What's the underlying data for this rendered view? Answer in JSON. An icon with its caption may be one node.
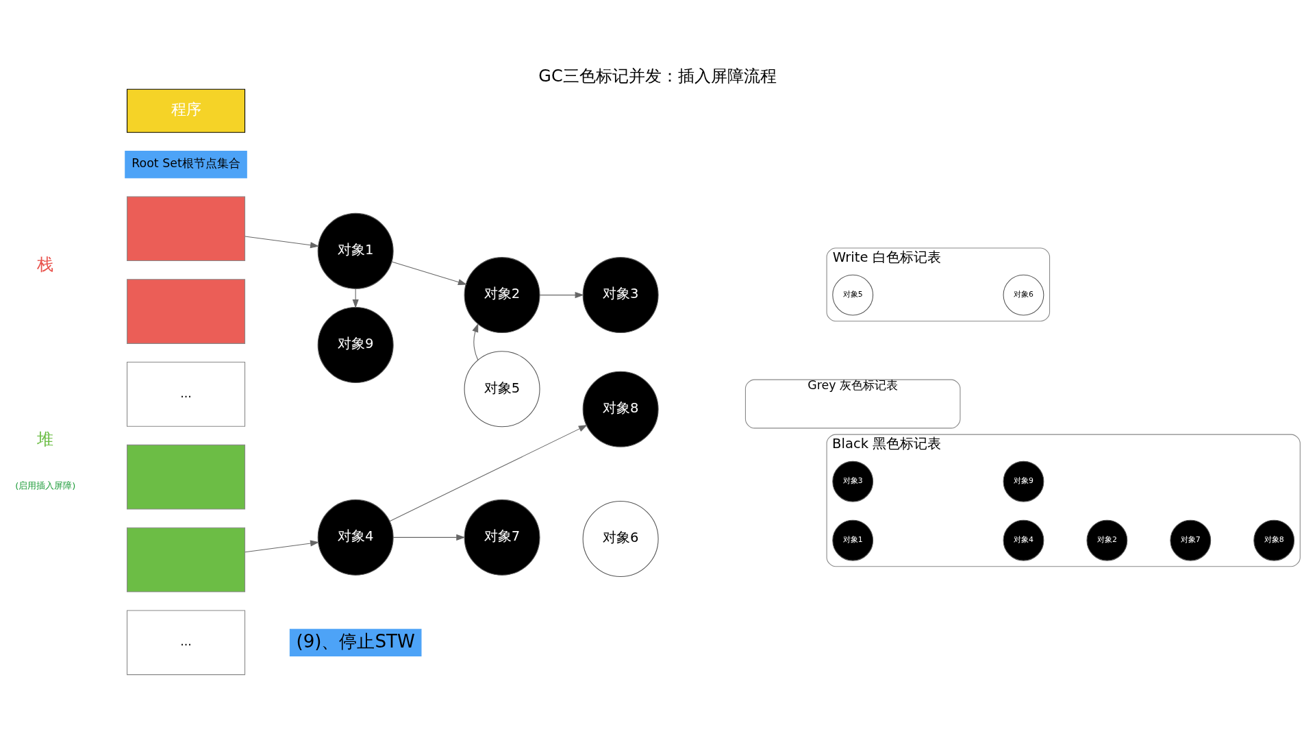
{
  "diagram": {
    "title": "GC三色标记并发：插入屏障流程",
    "nodes": [
      {
        "text": [
          "程序"
        ]
      },
      {
        "text": [
          "Root Set根节点集合"
        ]
      },
      {
        "text": [],
        "shape": "box"
      },
      {
        "text": [],
        "shape": "box"
      },
      {
        "text": [
          "..."
        ]
      },
      {
        "text": [],
        "shape": "box"
      },
      {
        "text": [],
        "shape": "box"
      },
      {
        "text": [
          "..."
        ]
      },
      {
        "text": [
          "对象1"
        ]
      },
      {
        "text": [
          "对象2"
        ]
      },
      {
        "text": [
          "对象3"
        ]
      },
      {
        "text": [
          "对象9"
        ]
      },
      {
        "text": [
          "对象5"
        ]
      },
      {
        "text": [
          "对象8"
        ]
      },
      {
        "text": [
          "对象4"
        ]
      },
      {
        "text": [
          "对象7"
        ]
      },
      {
        "text": [
          "对象6"
        ]
      },
      {
        "text": [
          "Write 白色标记表"
        ]
      },
      {
        "text": [
          "对象5"
        ],
        "in": 17
      },
      {
        "text": [
          "对象6"
        ],
        "in": 17
      },
      {
        "text": [
          "Grey 灰色标记表"
        ]
      },
      {
        "text": [
          "Black 黑色标记表"
        ]
      },
      {
        "text": [
          "对象1"
        ],
        "in": 21
      },
      {
        "text": [
          "对象4"
        ],
        "in": 21
      },
      {
        "text": [
          "对象2"
        ],
        "in": 21
      },
      {
        "text": [
          "对象7"
        ],
        "in": 21
      },
      {
        "text": [
          "对象8"
        ],
        "in": 21
      },
      {
        "text": [
          "对象3"
        ],
        "in": 21
      },
      {
        "text": [
          "对象9"
        ],
        "in": 21
      },
      {
        "text": [
          "(9)、停止STW"
        ]
      }
    ],
    "edges": [
      {
        "from": 2,
        "to": 8,
        "arrow": "to"
      },
      {
        "from": 8,
        "to": 9,
        "arrow": "to"
      },
      {
        "from": 9,
        "to": 10,
        "arrow": "to"
      },
      {
        "from": 8,
        "to": 11,
        "arrow": "to"
      },
      {
        "from": 12,
        "to": 9,
        "arrow": "to"
      },
      {
        "from": 6,
        "to": 14,
        "arrow": "to"
      },
      {
        "from": 14,
        "to": 15,
        "arrow": "to"
      },
      {
        "from": 14,
        "to": 13,
        "arrow": "to"
      }
    ],
    "labels": [
      "栈",
      "堆",
      "(启用插入屏障)"
    ]
  }
}
